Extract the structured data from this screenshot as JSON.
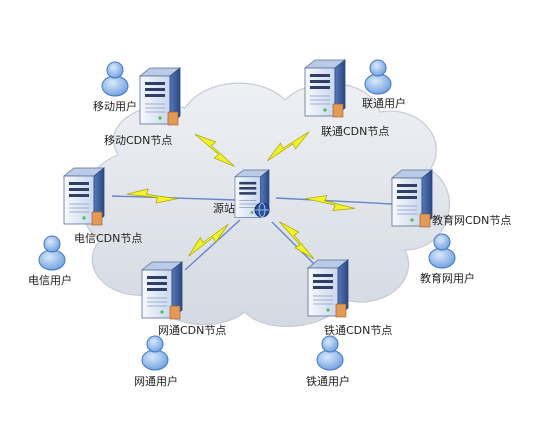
{
  "diagram": {
    "source": {
      "label": "源站"
    },
    "nodes": {
      "mobile": {
        "node_label": "移动CDN节点",
        "user_label": "移动用户"
      },
      "unicom": {
        "node_label": "联通CDN节点",
        "user_label": "联通用户"
      },
      "telecom": {
        "node_label": "电信CDN节点",
        "user_label": "电信用户"
      },
      "education": {
        "node_label": "教育网CDN节点",
        "user_label": "教育网用户"
      },
      "netcom": {
        "node_label": "网通CDN节点",
        "user_label": "网通用户"
      },
      "railcom": {
        "node_label": "铁通CDN节点",
        "user_label": "铁通用户"
      }
    },
    "colors": {
      "cloud_fill": "#dfe3ea",
      "cloud_edge": "#c5cbd6",
      "server_front": "#e9eef7",
      "server_side": "#3f5f9f",
      "server_top": "#a9bde0",
      "person_fill": "#8fb6e8",
      "person_edge": "#3f78c8",
      "bolt_fill": "#f2f22a",
      "bolt_edge": "#a8a800",
      "link": "#5577cc"
    }
  }
}
